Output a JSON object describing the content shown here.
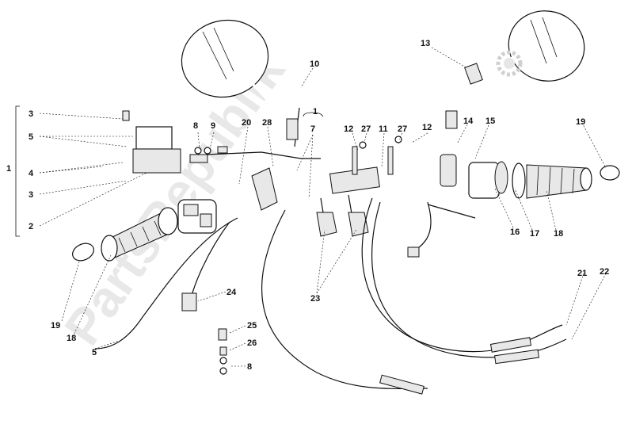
{
  "watermark": {
    "text": "PartsRepublik"
  },
  "callouts": [
    {
      "id": "c1",
      "text": "1"
    },
    {
      "id": "c1b",
      "text": "1"
    },
    {
      "id": "c2",
      "text": "2"
    },
    {
      "id": "c3a",
      "text": "3"
    },
    {
      "id": "c3b",
      "text": "3"
    },
    {
      "id": "c4",
      "text": "4"
    },
    {
      "id": "c5a",
      "text": "5"
    },
    {
      "id": "c5b",
      "text": "5"
    },
    {
      "id": "c7",
      "text": "7"
    },
    {
      "id": "c8a",
      "text": "8"
    },
    {
      "id": "c8b",
      "text": "8"
    },
    {
      "id": "c9",
      "text": "9"
    },
    {
      "id": "c10",
      "text": "10"
    },
    {
      "id": "c11",
      "text": "11"
    },
    {
      "id": "c12a",
      "text": "12"
    },
    {
      "id": "c12b",
      "text": "12"
    },
    {
      "id": "c13",
      "text": "13"
    },
    {
      "id": "c14",
      "text": "14"
    },
    {
      "id": "c15",
      "text": "15"
    },
    {
      "id": "c16",
      "text": "16"
    },
    {
      "id": "c17",
      "text": "17"
    },
    {
      "id": "c18a",
      "text": "18"
    },
    {
      "id": "c18b",
      "text": "18"
    },
    {
      "id": "c19a",
      "text": "19"
    },
    {
      "id": "c19b",
      "text": "19"
    },
    {
      "id": "c20",
      "text": "20"
    },
    {
      "id": "c21",
      "text": "21"
    },
    {
      "id": "c22",
      "text": "22"
    },
    {
      "id": "c23",
      "text": "23"
    },
    {
      "id": "c24",
      "text": "24"
    },
    {
      "id": "c25",
      "text": "25"
    },
    {
      "id": "c26",
      "text": "26"
    },
    {
      "id": "c27a",
      "text": "27"
    },
    {
      "id": "c27b",
      "text": "27"
    },
    {
      "id": "c28",
      "text": "28"
    }
  ]
}
